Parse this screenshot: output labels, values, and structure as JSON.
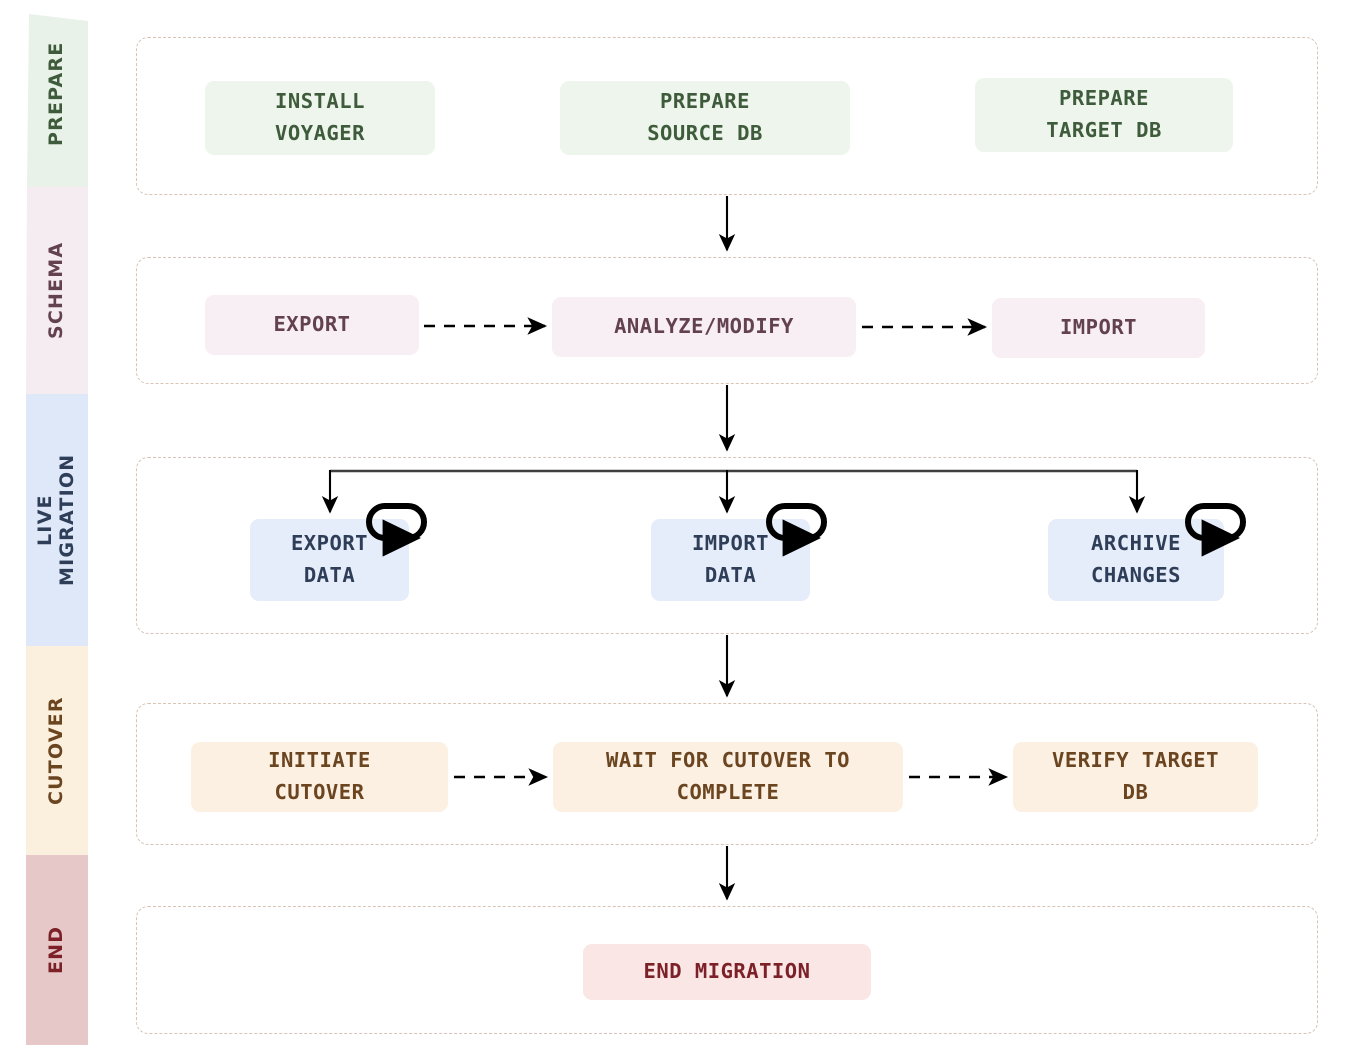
{
  "diagram": {
    "type": "flowchart",
    "title": "YugabyteDB Voyager live migration workflow",
    "orientation": "top-to-bottom"
  },
  "palette": {
    "prepare_band": "#e9f2e8",
    "prepare_node_bg": "#eef5ec",
    "prepare_text": "#3e5c3b",
    "schema_band": "#f4ecf1",
    "schema_node_bg": "#f7eff3",
    "schema_text": "#63414f",
    "live_band": "#dfe8f8",
    "live_node_bg": "#e5ecfa",
    "live_text": "#2f3e58",
    "cutover_band": "#fbf0dd",
    "cutover_node_bg": "#fbf0e2",
    "cutover_text": "#6b4420",
    "end_band": "#e7c8c8",
    "end_node_bg": "#fbe6e6",
    "end_text": "#7c2128",
    "container_border": "#d9c3b4",
    "arrow": "#000000",
    "branch_line": "#3f3f3f"
  },
  "phases": [
    {
      "id": "prepare",
      "label": "PREPARE",
      "band_color": "#e9f2e8",
      "label_color": "#3e5c3b",
      "nodes": [
        {
          "id": "install-voyager",
          "label": "INSTALL\nVOYAGER"
        },
        {
          "id": "prepare-source-db",
          "label": "PREPARE\nSOURCE DB"
        },
        {
          "id": "prepare-target-db",
          "label": "PREPARE\nTARGET DB"
        }
      ]
    },
    {
      "id": "schema",
      "label": "SCHEMA",
      "band_color": "#f4ecf1",
      "label_color": "#63414f",
      "nodes": [
        {
          "id": "export",
          "label": "EXPORT"
        },
        {
          "id": "analyze-modify",
          "label": "ANALYZE/MODIFY"
        },
        {
          "id": "import",
          "label": "IMPORT"
        }
      ]
    },
    {
      "id": "live-migration",
      "label": "LIVE\nMIGRATION",
      "band_color": "#dfe8f8",
      "label_color": "#2f3e58",
      "nodes": [
        {
          "id": "export-data",
          "label": "EXPORT\nDATA",
          "self_loop": true
        },
        {
          "id": "import-data",
          "label": "IMPORT\nDATA",
          "self_loop": true
        },
        {
          "id": "archive-changes",
          "label": "ARCHIVE\nCHANGES",
          "self_loop": true
        }
      ]
    },
    {
      "id": "cutover",
      "label": "CUTOVER",
      "band_color": "#fbf0dd",
      "label_color": "#6b4420",
      "nodes": [
        {
          "id": "initiate-cutover",
          "label": "INITIATE\nCUTOVER"
        },
        {
          "id": "wait-for-cutover",
          "label": "WAIT FOR CUTOVER TO\nCOMPLETE"
        },
        {
          "id": "verify-target-db",
          "label": "VERIFY TARGET\nDB"
        }
      ]
    },
    {
      "id": "end",
      "label": "END",
      "band_color": "#e7c8c8",
      "label_color": "#7c2128",
      "nodes": [
        {
          "id": "end-migration",
          "label": "END MIGRATION"
        }
      ]
    }
  ],
  "edges": {
    "solid_vertical": [
      {
        "from": "prepare",
        "to": "schema"
      },
      {
        "from": "schema",
        "to": "live-migration"
      },
      {
        "from": "live-migration",
        "to": "cutover"
      },
      {
        "from": "cutover",
        "to": "end"
      }
    ],
    "dashed_horizontal": [
      {
        "from": "export",
        "to": "analyze-modify"
      },
      {
        "from": "analyze-modify",
        "to": "import"
      },
      {
        "from": "initiate-cutover",
        "to": "wait-for-cutover"
      },
      {
        "from": "wait-for-cutover",
        "to": "verify-target-db"
      }
    ],
    "fan_out": {
      "from": "live-migration-entry",
      "to": [
        "export-data",
        "import-data",
        "archive-changes"
      ]
    },
    "self_loops": [
      "export-data",
      "import-data",
      "archive-changes"
    ]
  },
  "icons": {
    "self_loop": "loop-arrow-icon",
    "arrow_head": "arrowhead-icon"
  }
}
